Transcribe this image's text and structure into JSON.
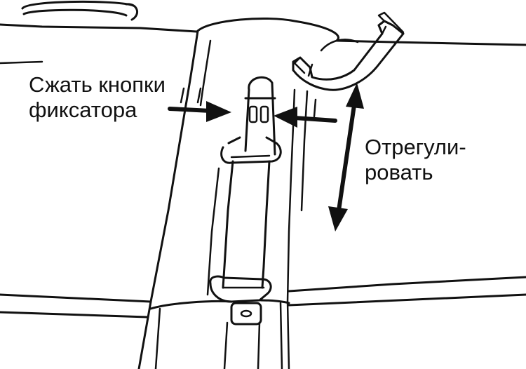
{
  "labels": {
    "press_buttons": {
      "line1": "Сжать кнопки",
      "line2": "фиксатора"
    },
    "adjust": {
      "line1": "Отрегули-",
      "line2": "ровать"
    }
  },
  "colors": {
    "ink": "#111111",
    "paper": "#ffffff"
  }
}
